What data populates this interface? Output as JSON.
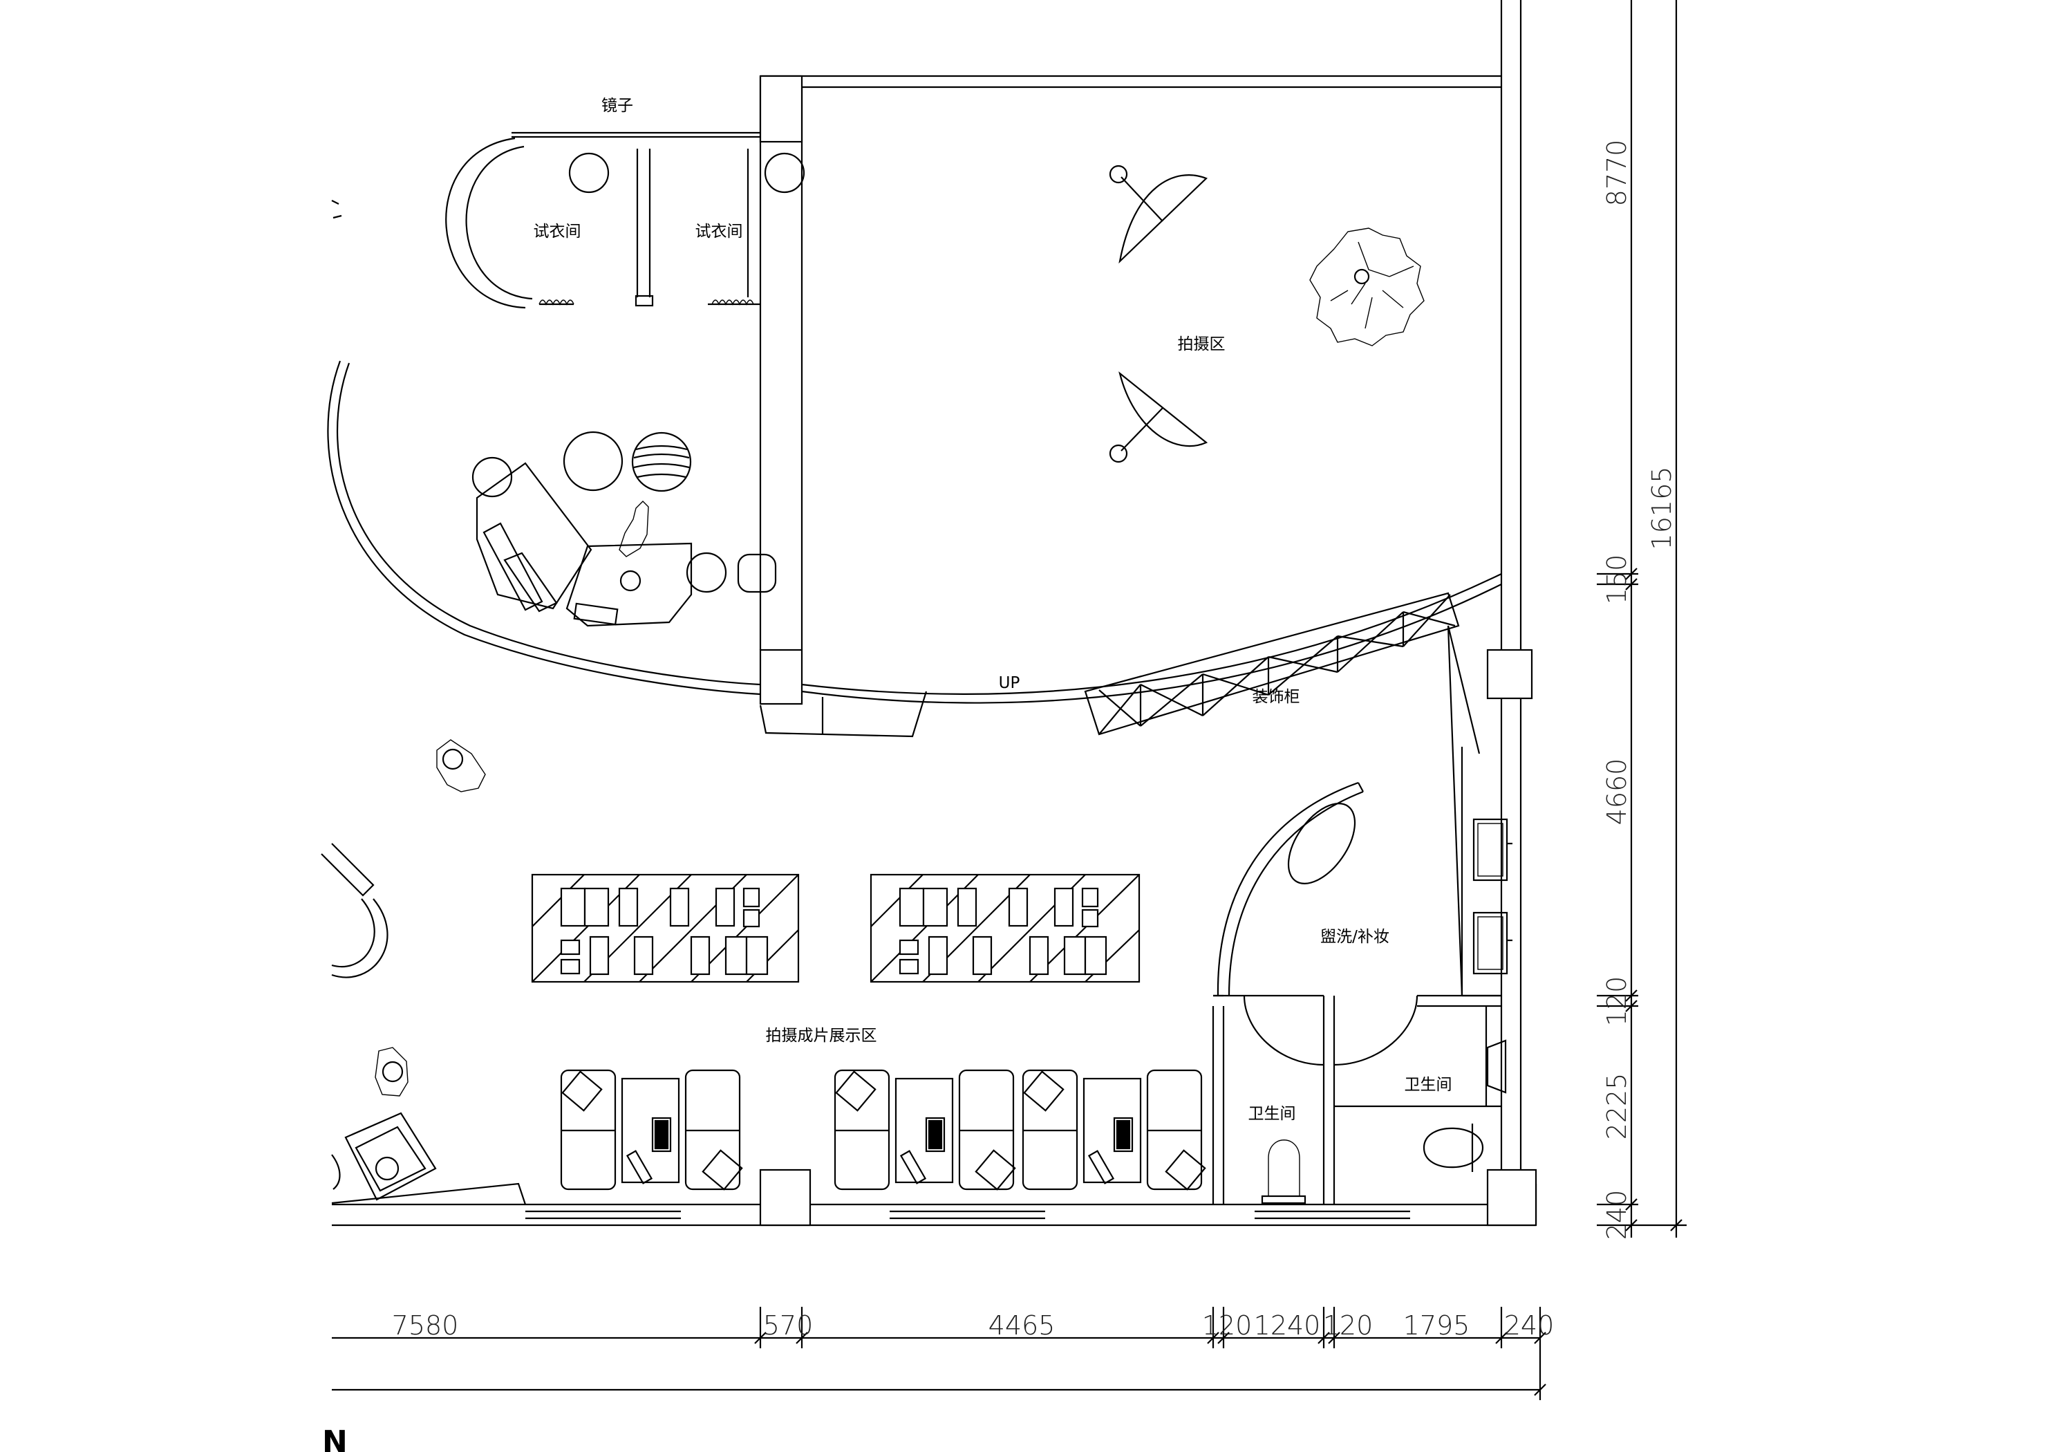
{
  "drawing": {
    "labels": {
      "mirror": "镜子",
      "fitting_room_1": "试衣间",
      "fitting_room_2": "试衣间",
      "shooting_area": "拍摄区",
      "up": "UP",
      "decorative_cabinet": "装饰柜",
      "wash_makeup": "盥洗/补妆",
      "toilet_1": "卫生间",
      "toilet_2": "卫生间",
      "display_area": "拍摄成片展示区",
      "north_mark": "N"
    },
    "dimensions": {
      "horizontal": [
        "7580",
        "570",
        "4465",
        "120",
        "1240",
        "120",
        "1795",
        "240"
      ],
      "vertical": [
        "8770",
        "150",
        "4660",
        "120",
        "2225",
        "240"
      ],
      "vertical_total": "16165"
    }
  }
}
